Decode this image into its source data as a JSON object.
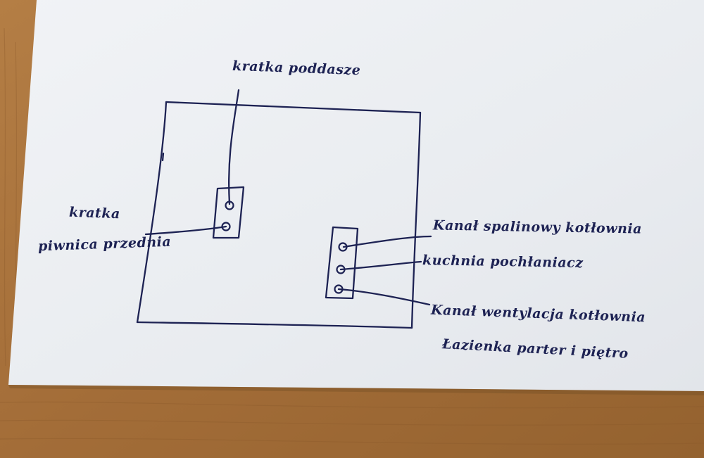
{
  "colors": {
    "ink": "#1d2253",
    "paper": "#f4f5f7",
    "table": "#a8743f"
  },
  "labels": {
    "top": "kratka poddasze",
    "left_line1": "kratka",
    "left_line2": "piwnica przednia",
    "right_1": "Kanał spalinowy kotłownia",
    "right_2": "kuchnia pochłaniacz",
    "right_3_line1": "Kanał wentylacja kotłownia",
    "right_3_line2": "Łazienka parter i piętro"
  }
}
